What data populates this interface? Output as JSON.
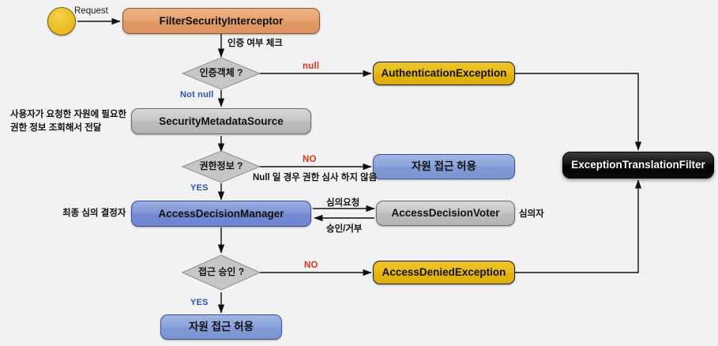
{
  "diagram": {
    "title": "Spring Security Authorization Flow",
    "background": "#f2f2f2",
    "colors": {
      "orange": "#e8a372",
      "gray": "#c6c6c6",
      "blue": "#8ba4da",
      "yellow": "#e9bb1a",
      "black": "#000000",
      "start_circle": "#edc22c",
      "yes_no_blue": "#2a54b8",
      "no_red": "#e8321a"
    }
  },
  "nodes": {
    "start": {
      "label": "",
      "shape": "circle",
      "color": "#edc22c"
    },
    "filter_security_interceptor": {
      "label": "FilterSecurityInterceptor",
      "shape": "rounded-rect",
      "color": "#e8a372"
    },
    "auth_object_decision": {
      "label": "인증객체 ?",
      "shape": "diamond",
      "color": "#c6c6c6"
    },
    "authentication_exception": {
      "label": "AuthenticationException",
      "shape": "rounded-rect",
      "color": "#e9bb1a"
    },
    "security_metadata_source": {
      "label": "SecurityMetadataSource",
      "shape": "rounded-rect",
      "color": "#c6c6c6"
    },
    "authority_info_decision": {
      "label": "권한정보 ?",
      "shape": "diamond",
      "color": "#c6c6c6"
    },
    "resource_allowed_top": {
      "label": "자원 접근 허용",
      "shape": "rounded-rect",
      "color": "#8ba4da"
    },
    "access_decision_manager": {
      "label": "AccessDecisionManager",
      "shape": "rounded-rect",
      "color": "#8094d8"
    },
    "access_decision_voter": {
      "label": "AccessDecisionVoter",
      "shape": "rounded-rect",
      "color": "#c6c6c6"
    },
    "access_granted_decision": {
      "label": "접근 승인 ?",
      "shape": "diamond",
      "color": "#c6c6c6"
    },
    "access_denied_exception": {
      "label": "AccessDeniedException",
      "shape": "rounded-rect",
      "color": "#e9bb1a"
    },
    "resource_allowed_bottom": {
      "label": "자원 접근 허용",
      "shape": "rounded-rect",
      "color": "#8ba4da"
    },
    "exception_translation_filter": {
      "label": "ExceptionTranslationFilter",
      "shape": "rounded-rect",
      "color": "#000000"
    }
  },
  "edge_labels": {
    "request": "Request",
    "auth_check": "인증 여부 체크",
    "null": "null",
    "not_null": "Not null",
    "no_authority": "NO",
    "yes_authority": "YES",
    "no_access": "NO",
    "yes_access": "YES",
    "review_request": "심의요청",
    "approve_reject": "승인/거부"
  },
  "annotations": {
    "metadata_note": "사용자가 요청한 자원에 필요한\n권한 정보 조회해서 전달",
    "null_note": "Null 일 경우 권한 심사 하지 않음",
    "final_decider": "최종 심의 결정자",
    "voter_role": "심의자"
  }
}
